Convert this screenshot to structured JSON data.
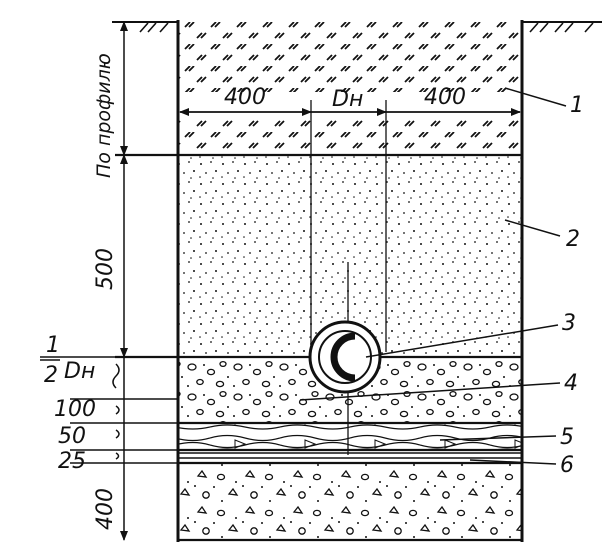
{
  "dimensions": {
    "profile": "По профилю",
    "d500": "500",
    "half_num": "1",
    "half_den": "2",
    "half_dn": "Dн",
    "d100": "100",
    "d50": "50",
    "d25": "25",
    "d400": "400"
  },
  "top_dims": {
    "left": "400",
    "middle": "Dн",
    "right": "400"
  },
  "callouts": [
    "1",
    "2",
    "3",
    "4",
    "5",
    "6"
  ]
}
